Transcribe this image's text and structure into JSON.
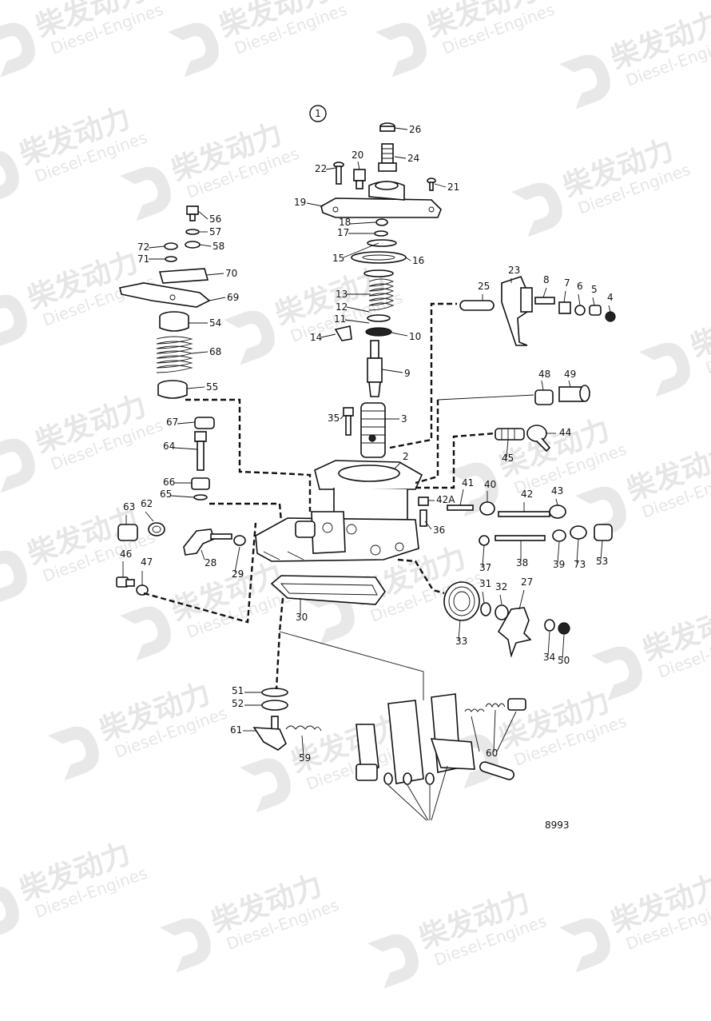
{
  "diagram": {
    "view_number": "1",
    "drawing_number": "8993",
    "watermark": {
      "brand": "柴发动力",
      "sub": "Diesel-Engines"
    },
    "labels": [
      "26",
      "24",
      "20",
      "22",
      "21",
      "19",
      "18",
      "17",
      "15",
      "16",
      "13",
      "12",
      "11",
      "14",
      "10",
      "9",
      "3",
      "35",
      "2",
      "56",
      "57",
      "58",
      "72",
      "71",
      "70",
      "69",
      "54",
      "68",
      "55",
      "67",
      "64",
      "66",
      "65",
      "63",
      "62",
      "46",
      "47",
      "28",
      "29",
      "25",
      "23",
      "8",
      "7",
      "6",
      "5",
      "4",
      "48",
      "49",
      "44",
      "45",
      "41",
      "40",
      "42",
      "43",
      "42A",
      "36",
      "37",
      "38",
      "39",
      "73",
      "53",
      "30",
      "31",
      "32",
      "27",
      "33",
      "34",
      "50",
      "51",
      "52",
      "61",
      "59",
      "60"
    ]
  }
}
